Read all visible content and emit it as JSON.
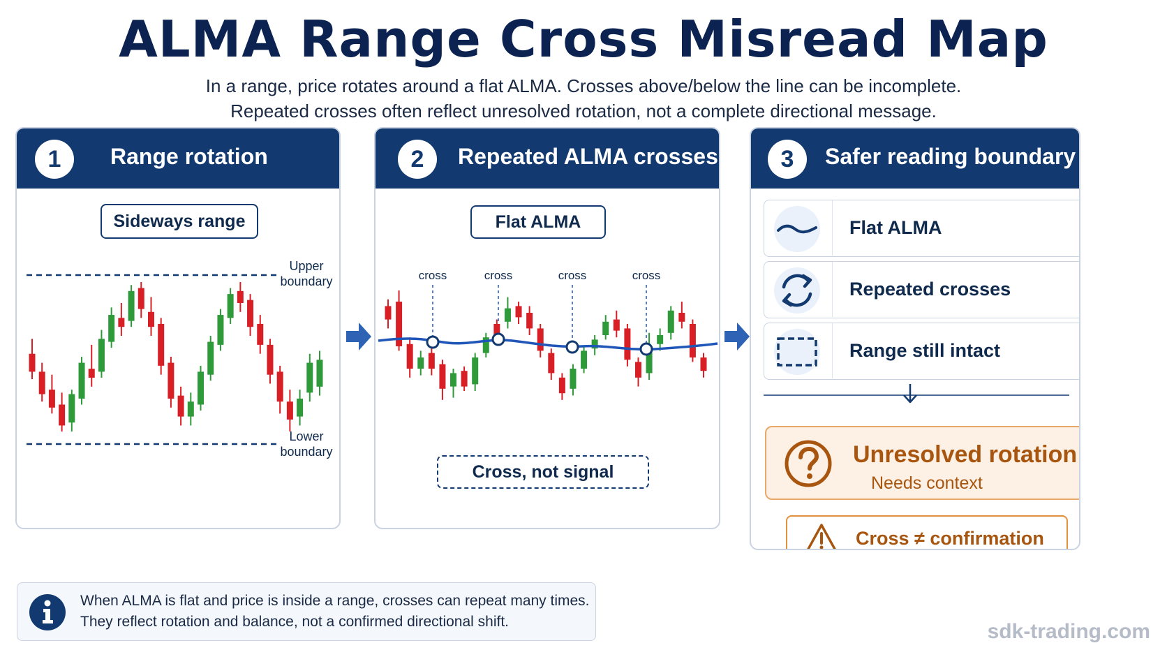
{
  "title": "ALMA Range Cross Misread Map",
  "subtitle": [
    "In a range, price rotates around a flat ALMA. Crosses above/below the line can be incomplete.",
    "Repeated crosses often reflect unresolved rotation, not a complete directional message."
  ],
  "panel1": {
    "number": "1",
    "title": "Range rotation",
    "pill": "Sideways range",
    "upper_label": [
      "Upper",
      "boundary"
    ],
    "lower_label": [
      "Lower",
      "boundary"
    ]
  },
  "panel2": {
    "number": "2",
    "title": "Repeated ALMA crosses",
    "pill": "Flat ALMA",
    "cross_label": "cross",
    "bottom_pill": "Cross, not signal"
  },
  "panel3": {
    "number": "3",
    "title": "Safer reading boundary",
    "rows": [
      {
        "label": "Flat ALMA",
        "icon": "wave-icon"
      },
      {
        "label": "Repeated crosses",
        "icon": "cycle-icon"
      },
      {
        "label": "Range still intact",
        "icon": "dashed-box-icon"
      }
    ],
    "warning_title": "Unresolved rotation",
    "warning_sub": "Needs context",
    "confirmation": "Cross ≠ confirmation"
  },
  "info": [
    "When ALMA is flat and price is inside a range, crosses can repeat many times.",
    "They reflect rotation and balance, not a confirmed directional shift."
  ],
  "footer": "sdk-trading.com",
  "colors": {
    "navy": "#123a70",
    "bull": "#2e9a3a",
    "bear": "#d81f26",
    "alma": "#1f56b8",
    "warn": "#a8560f"
  },
  "candles1": [
    [
      0.52,
      0.4,
      0.35,
      0.62,
      0
    ],
    [
      0.4,
      0.25,
      0.2,
      0.46,
      0
    ],
    [
      0.28,
      0.16,
      0.12,
      0.38,
      0
    ],
    [
      0.18,
      0.04,
      0.0,
      0.26,
      0
    ],
    [
      0.06,
      0.25,
      0.0,
      0.28,
      1
    ],
    [
      0.22,
      0.46,
      0.18,
      0.5,
      1
    ],
    [
      0.42,
      0.36,
      0.3,
      0.58,
      0
    ],
    [
      0.4,
      0.62,
      0.36,
      0.68,
      1
    ],
    [
      0.6,
      0.78,
      0.56,
      0.83,
      1
    ],
    [
      0.76,
      0.7,
      0.64,
      0.86,
      0
    ],
    [
      0.74,
      0.94,
      0.7,
      0.98,
      1
    ],
    [
      0.96,
      0.82,
      0.76,
      1.0,
      0
    ],
    [
      0.8,
      0.7,
      0.64,
      0.9,
      0
    ],
    [
      0.72,
      0.44,
      0.38,
      0.76,
      0
    ],
    [
      0.46,
      0.22,
      0.16,
      0.5,
      0
    ],
    [
      0.24,
      0.1,
      0.04,
      0.3,
      0
    ],
    [
      0.1,
      0.2,
      0.04,
      0.26,
      1
    ],
    [
      0.18,
      0.4,
      0.14,
      0.44,
      1
    ],
    [
      0.38,
      0.6,
      0.34,
      0.64,
      1
    ],
    [
      0.58,
      0.78,
      0.54,
      0.82,
      1
    ],
    [
      0.76,
      0.92,
      0.72,
      0.96,
      1
    ],
    [
      0.94,
      0.86,
      0.8,
      1.0,
      0
    ],
    [
      0.88,
      0.7,
      0.64,
      0.92,
      0
    ],
    [
      0.72,
      0.58,
      0.52,
      0.78,
      0
    ],
    [
      0.58,
      0.38,
      0.32,
      0.62,
      0
    ],
    [
      0.4,
      0.2,
      0.12,
      0.44,
      0
    ],
    [
      0.2,
      0.08,
      0.0,
      0.28,
      0
    ],
    [
      0.1,
      0.22,
      0.04,
      0.28,
      1
    ],
    [
      0.26,
      0.46,
      0.2,
      0.52,
      1
    ],
    [
      0.48,
      0.3,
      0.24,
      0.54,
      1
    ]
  ],
  "candles2": [
    [
      0.86,
      0.74,
      0.66,
      0.92,
      0
    ],
    [
      0.9,
      0.5,
      0.46,
      1.0,
      0
    ],
    [
      0.52,
      0.3,
      0.22,
      0.58,
      0
    ],
    [
      0.4,
      0.3,
      0.24,
      0.46,
      1
    ],
    [
      0.44,
      0.3,
      0.24,
      0.52,
      0
    ],
    [
      0.34,
      0.12,
      0.02,
      0.38,
      0
    ],
    [
      0.14,
      0.26,
      0.04,
      0.3,
      1
    ],
    [
      0.28,
      0.14,
      0.1,
      0.32,
      0
    ],
    [
      0.16,
      0.4,
      0.1,
      0.44,
      1
    ],
    [
      0.44,
      0.58,
      0.4,
      0.62,
      1
    ],
    [
      0.6,
      0.7,
      0.56,
      0.74,
      0
    ],
    [
      0.72,
      0.84,
      0.66,
      0.94,
      1
    ],
    [
      0.86,
      0.76,
      0.7,
      0.9,
      0
    ],
    [
      0.8,
      0.66,
      0.6,
      0.86,
      0
    ],
    [
      0.66,
      0.46,
      0.4,
      0.7,
      0
    ],
    [
      0.44,
      0.26,
      0.2,
      0.48,
      0
    ],
    [
      0.22,
      0.08,
      0.02,
      0.26,
      0
    ],
    [
      0.12,
      0.3,
      0.06,
      0.34,
      1
    ],
    [
      0.3,
      0.46,
      0.26,
      0.5,
      1
    ],
    [
      0.48,
      0.56,
      0.42,
      0.6,
      1
    ],
    [
      0.6,
      0.72,
      0.56,
      0.78,
      1
    ],
    [
      0.74,
      0.64,
      0.58,
      0.82,
      0
    ],
    [
      0.66,
      0.38,
      0.32,
      0.7,
      0
    ],
    [
      0.36,
      0.22,
      0.14,
      0.4,
      0
    ],
    [
      0.26,
      0.48,
      0.2,
      0.62,
      1
    ],
    [
      0.52,
      0.6,
      0.46,
      0.66,
      1
    ],
    [
      0.62,
      0.82,
      0.56,
      0.86,
      1
    ],
    [
      0.8,
      0.72,
      0.66,
      0.9,
      0
    ],
    [
      0.7,
      0.4,
      0.36,
      0.74,
      0
    ],
    [
      0.4,
      0.28,
      0.22,
      0.44,
      0
    ]
  ]
}
